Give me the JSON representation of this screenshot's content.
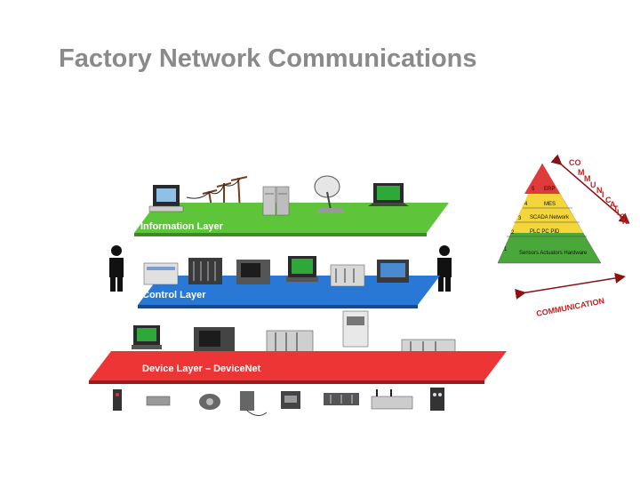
{
  "slide": {
    "title": "Factory Network Communications"
  },
  "layers": {
    "information": "Information Layer",
    "control": "Control Layer",
    "device": "Device Layer – DeviceNet"
  },
  "pyramid": {
    "side_text": [
      "CO",
      "M",
      "M",
      "U",
      "N",
      "I",
      "C",
      "A",
      "T",
      "I",
      "O",
      "N"
    ],
    "base_text": "COMMUNICATION",
    "levels": [
      {
        "num": "5",
        "text": "ERP"
      },
      {
        "num": "4",
        "text": "MES"
      },
      {
        "num": "3",
        "text": "SCADA Network"
      },
      {
        "num": "2",
        "text": "PLC     PC     PID"
      },
      {
        "num": "1",
        "text": "Sensors  Actuators  Hardware"
      }
    ]
  },
  "colors": {
    "information_band": "#5ec43a",
    "control_band": "#2a78d6",
    "device_band": "#ee3535",
    "arrow": "#8b1010",
    "pyramid_top": "#e03a3a",
    "pyramid_mid": "#f4d63a",
    "pyramid_base": "#4aa83a"
  }
}
